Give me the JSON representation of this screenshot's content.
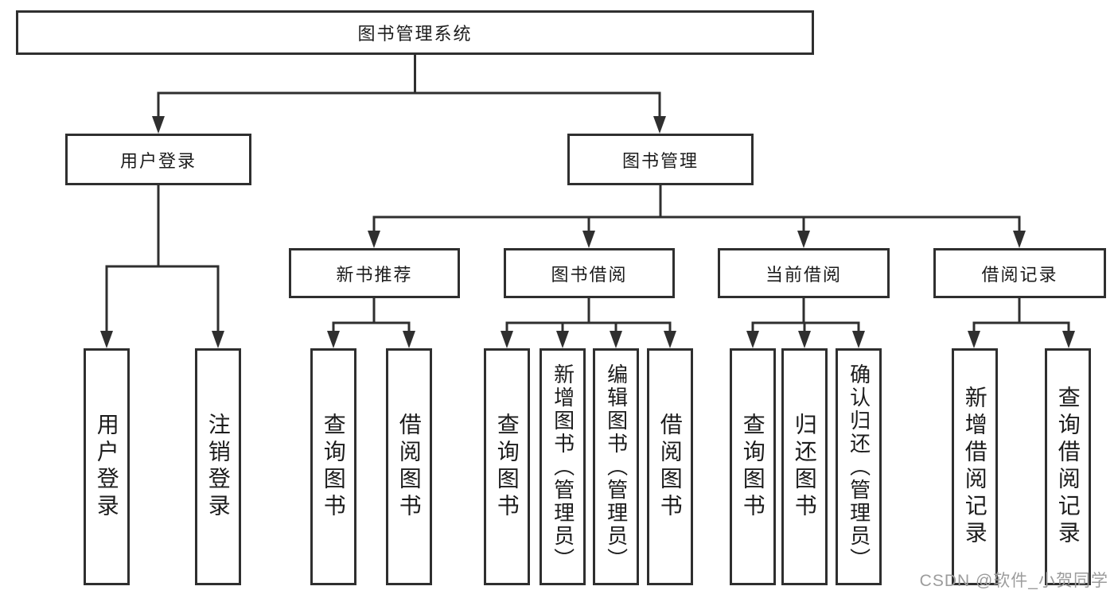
{
  "diagram": {
    "tree": {
      "root": "图书管理系统",
      "children": [
        {
          "label": "用户登录",
          "children": [
            {
              "label": "用户登录"
            },
            {
              "label": "注销登录"
            }
          ]
        },
        {
          "label": "图书管理",
          "children": [
            {
              "label": "新书推荐",
              "children": [
                {
                  "label": "查询图书"
                },
                {
                  "label": "借阅图书"
                }
              ]
            },
            {
              "label": "图书借阅",
              "children": [
                {
                  "label": "查询图书"
                },
                {
                  "label": "新增图书（管理员）"
                },
                {
                  "label": "编辑图书（管理员）"
                },
                {
                  "label": "借阅图书"
                }
              ]
            },
            {
              "label": "当前借阅",
              "children": [
                {
                  "label": "查询图书"
                },
                {
                  "label": "归还图书"
                },
                {
                  "label": "确认归还（管理员）"
                }
              ]
            },
            {
              "label": "借阅记录",
              "children": [
                {
                  "label": "新增借阅记录"
                },
                {
                  "label": "查询借阅记录"
                }
              ]
            }
          ]
        }
      ]
    },
    "watermark": "CSDN @软件_小贺同学",
    "colors": {
      "line": "#2f2f2f",
      "text": "#1c1c1c",
      "watermark_text": "#9c9c9c",
      "background": "#ffffff"
    }
  }
}
